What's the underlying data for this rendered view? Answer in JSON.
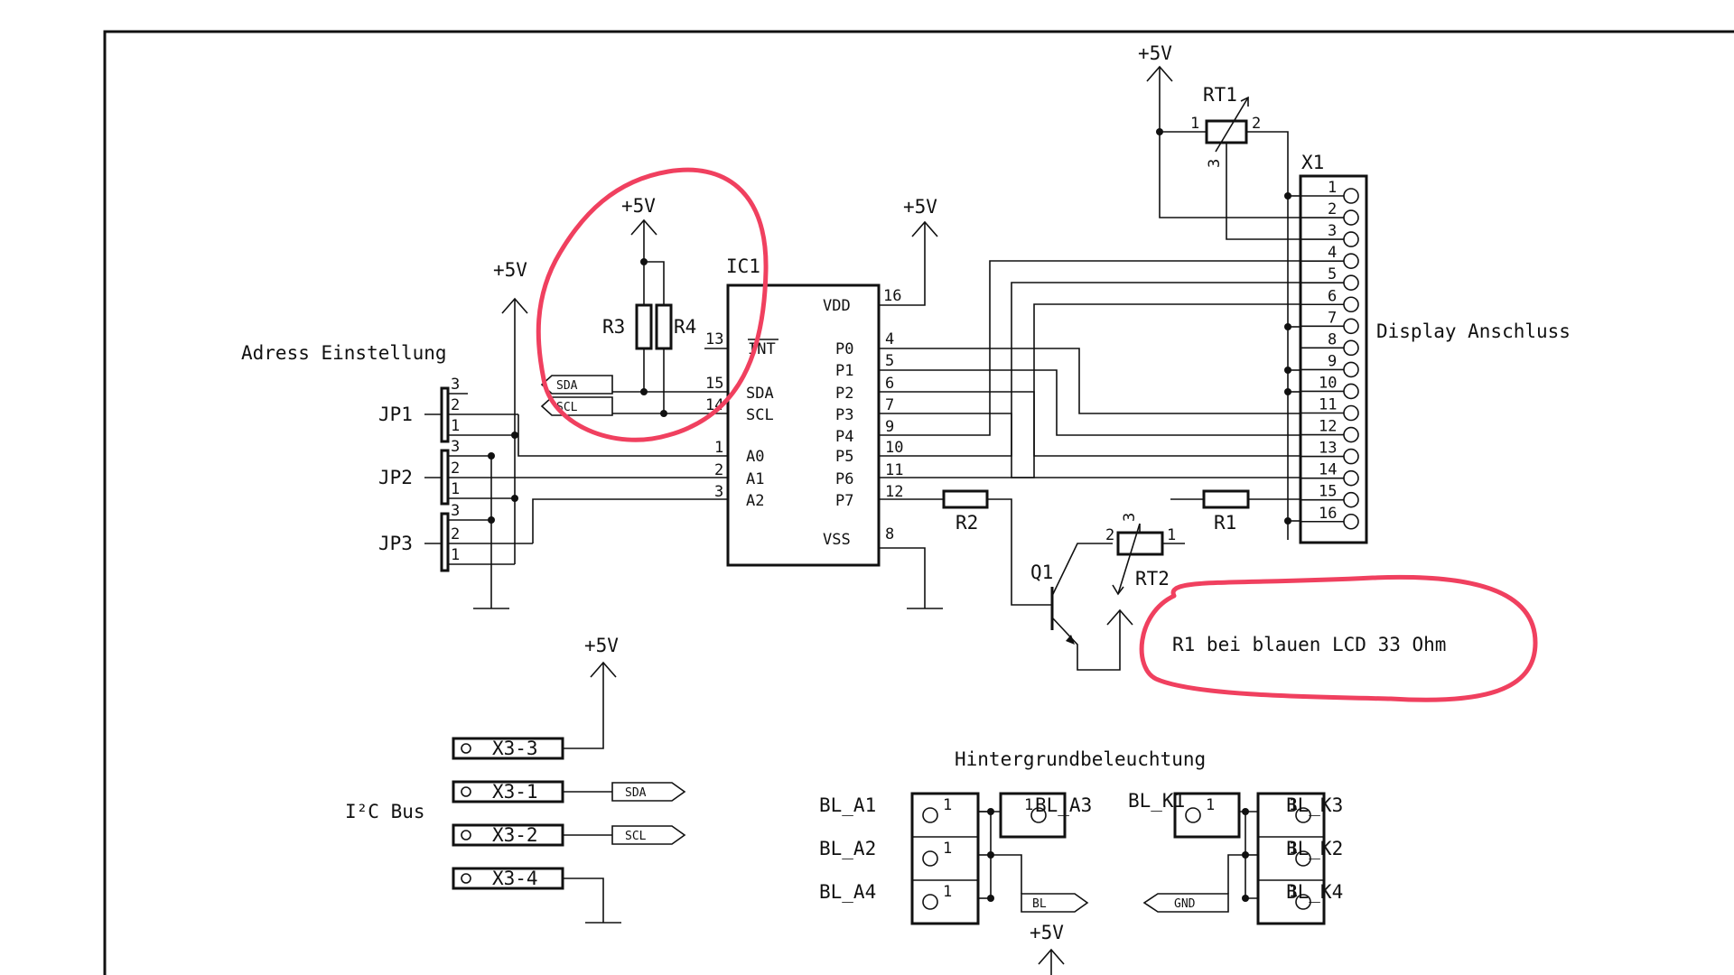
{
  "labels": {
    "adress": "Adress Einstellung",
    "display": "Display Anschluss",
    "i2c": "I²C Bus",
    "backlight": "Hintergrundbeleuchtung",
    "note": "R1 bei blauen LCD 33 Ohm"
  },
  "supply": "+5V",
  "components": {
    "ic": "IC1",
    "x1": "X1",
    "rt1": "RT1",
    "rt2": "RT2",
    "r1": "R1",
    "r2": "R2",
    "r3": "R3",
    "r4": "R4",
    "q1": "Q1",
    "jp1": "JP1",
    "jp2": "JP2",
    "jp3": "JP3"
  },
  "ic_pins": {
    "vdd": "VDD",
    "vss": "VSS",
    "int": "INT",
    "sda": "SDA",
    "scl": "SCL",
    "a0": "A0",
    "a1": "A1",
    "a2": "A2",
    "p0": "P0",
    "p1": "P1",
    "p2": "P2",
    "p3": "P3",
    "p4": "P4",
    "p5": "P5",
    "p6": "P6",
    "p7": "P7",
    "n16": "16",
    "n13": "13",
    "n15": "15",
    "n14": "14",
    "n1": "1",
    "n2": "2",
    "n3": "3",
    "n4": "4",
    "n5": "5",
    "n6": "6",
    "n7": "7",
    "n9": "9",
    "n10": "10",
    "n11": "11",
    "n12": "12",
    "n8": "8"
  },
  "x1_pins": [
    "1",
    "2",
    "3",
    "4",
    "5",
    "6",
    "7",
    "8",
    "9",
    "10",
    "11",
    "12",
    "13",
    "14",
    "15",
    "16"
  ],
  "jp_pins": {
    "p3": "3",
    "p2": "2",
    "p1": "1"
  },
  "pot_pins": {
    "p1": "1",
    "p2": "2",
    "p3": "3"
  },
  "signals": {
    "sda": "SDA",
    "scl": "SCL",
    "bl": "BL",
    "gnd": "GND"
  },
  "x3": [
    "X3-3",
    "X3-1",
    "X3-2",
    "X3-4"
  ],
  "backlight_pads": {
    "a1": "BL_A1",
    "a2": "BL_A2",
    "a4": "BL_A4",
    "a3": "BL_A3",
    "k1": "BL_K1",
    "k3": "BL_K3",
    "k2": "BL_K2",
    "k4": "BL_K4",
    "pin": "1"
  }
}
